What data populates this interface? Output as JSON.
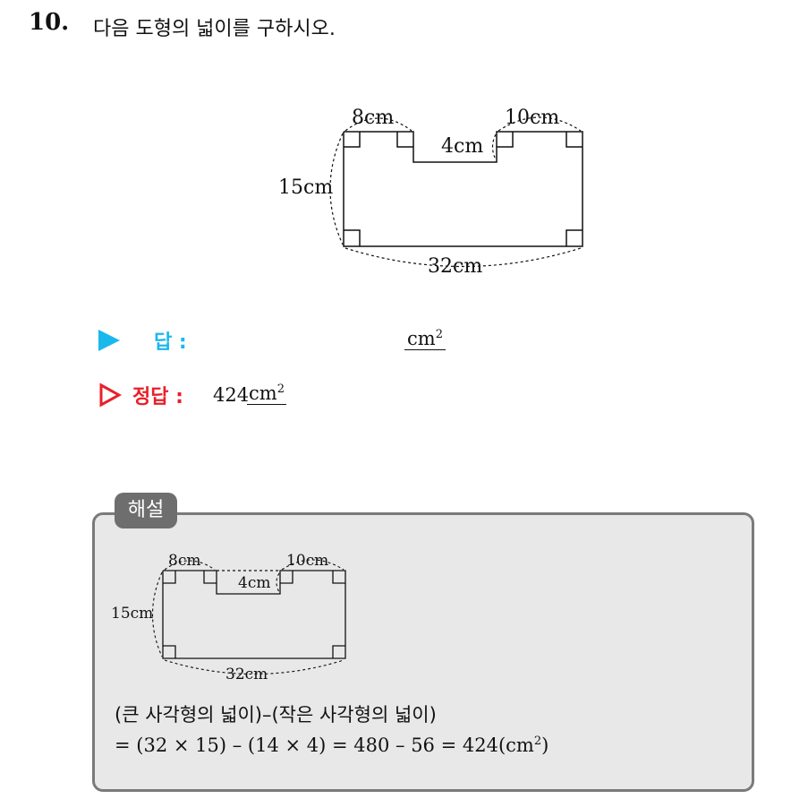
{
  "question": {
    "number": "10.",
    "text": "다음 도형의 넓이를 구하시오."
  },
  "figure": {
    "top_left_width": "8cm",
    "top_right_width": "10cm",
    "notch_depth": "4cm",
    "height": "15cm",
    "bottom_width": "32cm"
  },
  "answer": {
    "label": "답 :",
    "unit": "cm",
    "unit_exp": "2"
  },
  "correct_answer": {
    "label": "정답 :",
    "value": "424",
    "unit": "cm",
    "unit_exp": "2"
  },
  "solution": {
    "tag": "해설",
    "figure": {
      "top_left_width": "8cm",
      "top_right_width": "10cm",
      "notch_depth": "4cm",
      "height": "15cm",
      "bottom_width": "32cm"
    },
    "line1": "(큰 사각형의 넓이)–(작은 사각형의 넓이)",
    "line2_prefix": "= (32 × 15) – (14 × 4) = 480 – 56 = 424(",
    "line2_unit": "cm",
    "line2_exp": "2",
    "line2_suffix": ")"
  }
}
